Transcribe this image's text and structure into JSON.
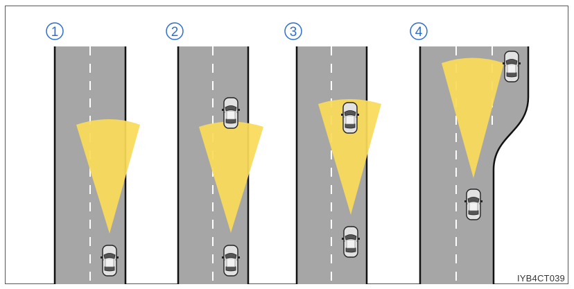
{
  "figure": {
    "image_code": "IYB4CT039",
    "panels": [
      {
        "label": "1"
      },
      {
        "label": "2"
      },
      {
        "label": "3"
      },
      {
        "label": "4"
      }
    ]
  },
  "colors": {
    "road": "#a6a6a6",
    "road_edge": "#111111",
    "lane_marking": "#ffffff",
    "beam": "#f9da58",
    "label_circle": "#2b6ed1",
    "car_body": "#d9d9d9"
  }
}
